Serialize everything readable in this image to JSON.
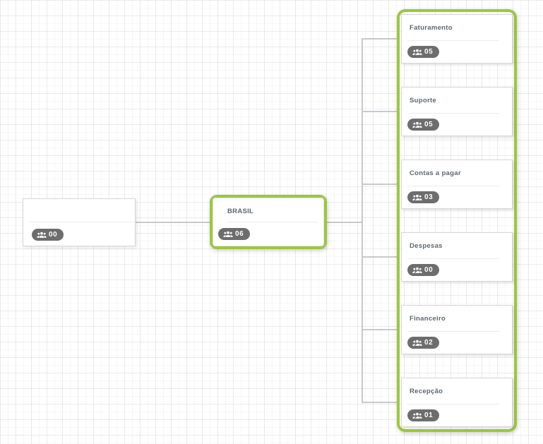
{
  "colors": {
    "accent_green": "#9cc83f",
    "badge_background": "#6d6d6d",
    "connector_gray": "#c9c9cc",
    "title_text": "#5c6670"
  },
  "nodes": {
    "root": {
      "title": "",
      "count": "00"
    },
    "brasil": {
      "title": "BRASIL",
      "count": "06",
      "selected": true
    },
    "children": [
      {
        "title": "Faturamento",
        "count": "05"
      },
      {
        "title": "Suporte",
        "count": "05"
      },
      {
        "title": "Contas a pagar",
        "count": "03"
      },
      {
        "title": "Despesas",
        "count": "00"
      },
      {
        "title": "Financeiro",
        "count": "02"
      },
      {
        "title": "Recepção",
        "count": "01"
      }
    ]
  },
  "icons": {
    "badge_icon": "users-group-icon"
  }
}
